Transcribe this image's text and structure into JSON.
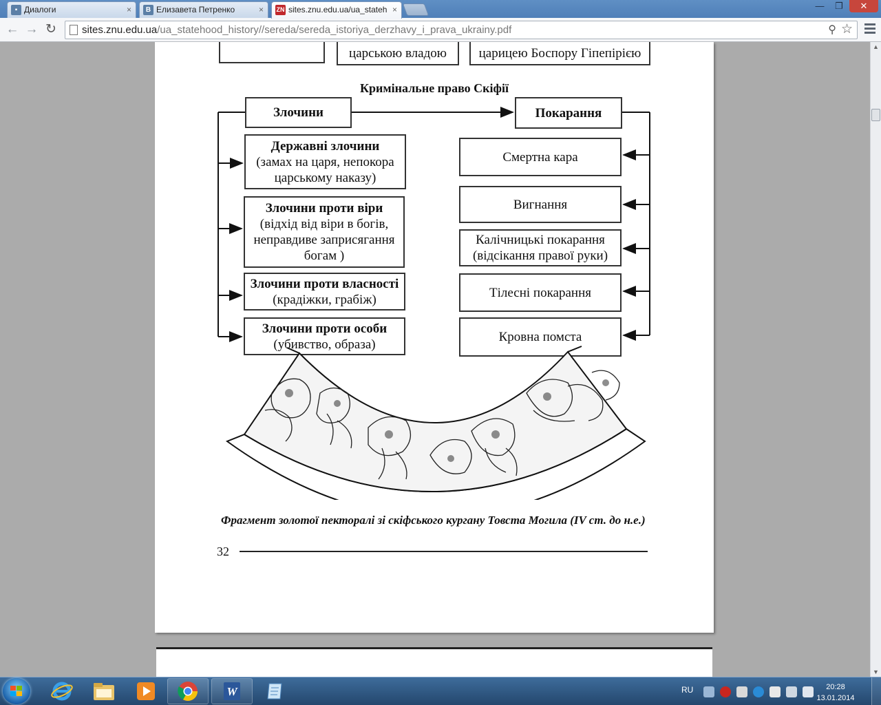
{
  "browser": {
    "tabs": [
      {
        "label": "Диалоги",
        "icon": "vk-messages-icon",
        "active": false
      },
      {
        "label": "Елизавета Петренко",
        "icon": "vk-icon",
        "active": false
      },
      {
        "label": "sites.znu.edu.ua/ua_stateh",
        "icon": "znu-icon",
        "active": true
      }
    ],
    "tab_close": "×",
    "window_controls": {
      "minimize": "—",
      "maximize": "❐",
      "close": "✕"
    },
    "address": {
      "host": "sites.znu.edu.ua",
      "path": "/ua_statehood_history//sereda/sereda_istoriya_derzhavy_i_prava_ukrainy.pdf"
    },
    "icons": {
      "back": "←",
      "forward": "→",
      "reload": "↻",
      "zoom": "⚲",
      "star": "☆"
    }
  },
  "document": {
    "top_boxes": [
      {
        "lines": [
          "царською владою"
        ]
      },
      {
        "lines": [
          "царицею Боспору Гіпепірією"
        ]
      }
    ],
    "diagram_title": "Кримінальне право Скіфії",
    "crimes_header": "Злочини",
    "punishments_header": "Покарання",
    "crimes": [
      {
        "title": "Державні злочини",
        "detail": [
          "(замах на царя, непокора",
          "царському наказу)"
        ]
      },
      {
        "title": "Злочини проти віри",
        "detail": [
          "(відхід від віри в богів,",
          "неправдиве заприсягання",
          "богам )"
        ]
      },
      {
        "title": "Злочини проти власності",
        "detail": [
          "(крадіжки, грабіж)"
        ]
      },
      {
        "title": "Злочини проти особи",
        "detail": [
          "(убивство, образа)"
        ]
      }
    ],
    "punishments": [
      {
        "lines": [
          "Смертна кара"
        ]
      },
      {
        "lines": [
          "Вигнання"
        ]
      },
      {
        "lines": [
          "Калічницькі покарання",
          "(відсікання правої руки)"
        ]
      },
      {
        "lines": [
          "Тілесні покарання"
        ]
      },
      {
        "lines": [
          "Кровна помста"
        ]
      }
    ],
    "caption": "Фрагмент золотої пекторалі зі скіфського кургану Товста Могила (IV ст. до н.е.)",
    "page_number": "32"
  },
  "taskbar": {
    "language": "RU",
    "time": "20:28",
    "date": "13.01.2014",
    "apps": [
      "internet-explorer",
      "file-explorer",
      "media-player",
      "chrome",
      "word",
      "notepad"
    ]
  }
}
